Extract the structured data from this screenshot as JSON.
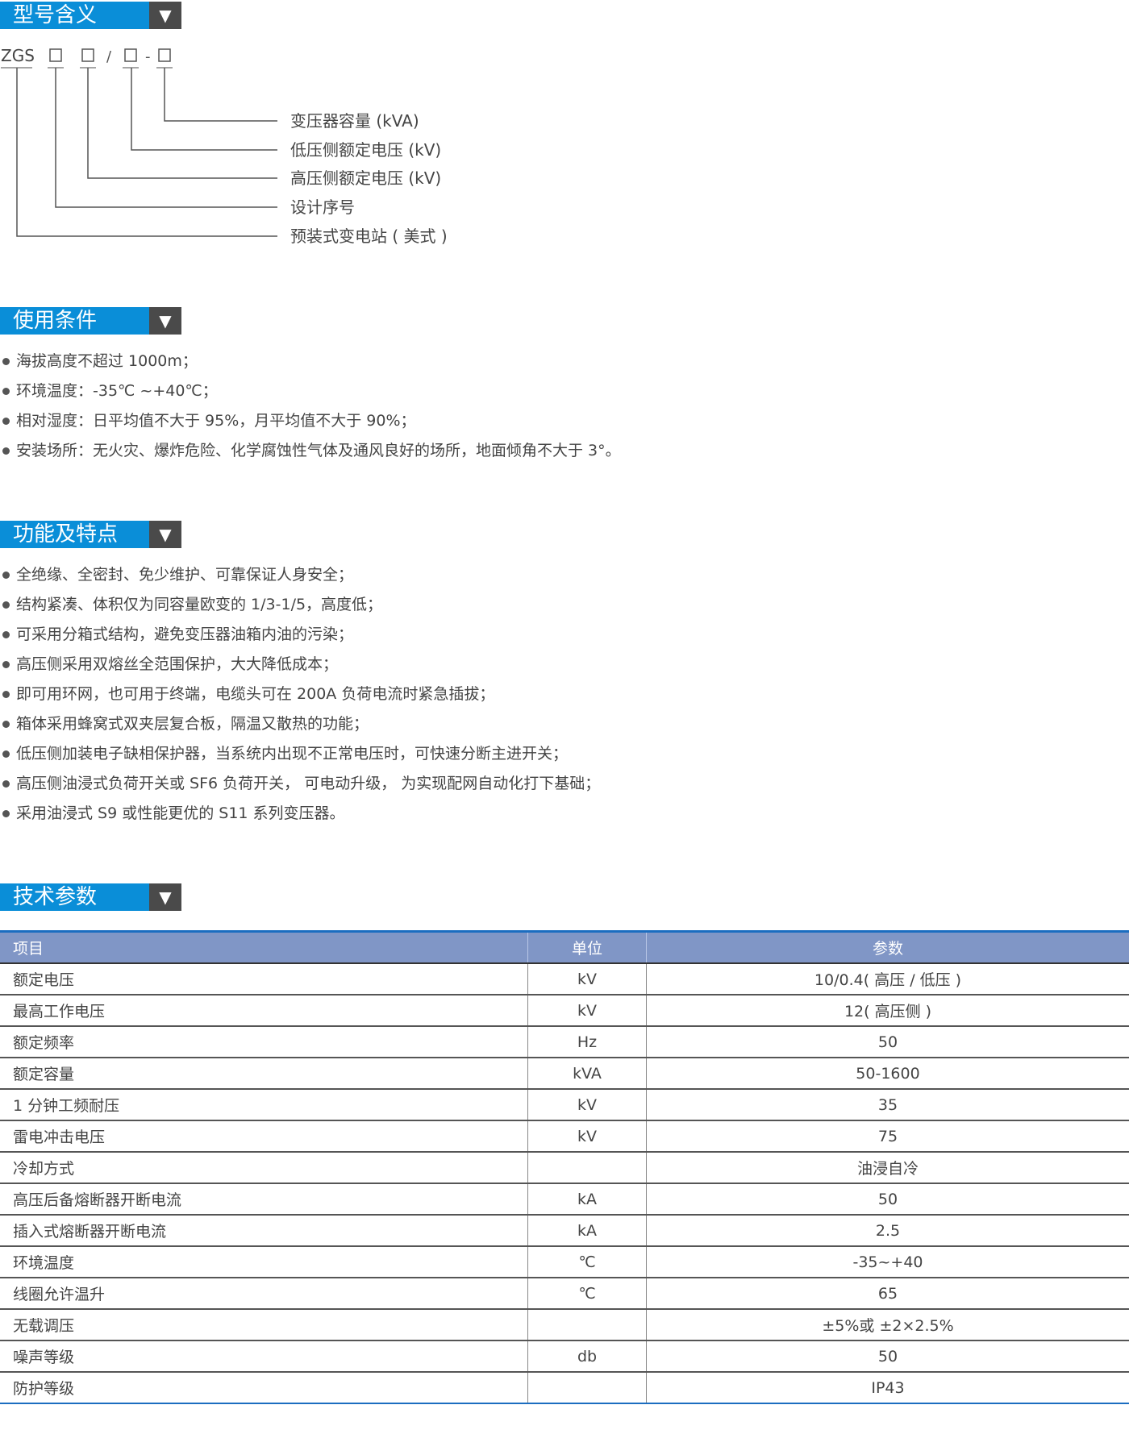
{
  "sections": [
    {
      "title": "型号含义",
      "dropdown_icon": "triangle-down-icon"
    },
    {
      "title": "使用条件",
      "dropdown_icon": "triangle-down-icon"
    },
    {
      "title": "功能及特点",
      "dropdown_icon": "triangle-down-icon"
    },
    {
      "title": "技术参数",
      "dropdown_icon": "triangle-down-icon"
    }
  ],
  "model": {
    "prefix": "ZGS",
    "separators": [
      "/",
      "-"
    ],
    "labels": [
      "变压器容量 (kVA)",
      "低压侧额定电压 (kV)",
      "高压侧额定电压 (kV)",
      "设计序号",
      "预装式变电站 ( 美式 )"
    ]
  },
  "conditions": [
    "海拔高度不超过 1000m；",
    "环境温度：-35℃ ~+40℃；",
    "相对湿度：日平均值不大于 95%，月平均值不大于 90%；",
    "安装场所：无火灾、爆炸危险、化学腐蚀性气体及通风良好的场所，地面倾角不大于 3°。"
  ],
  "features": [
    "全绝缘、全密封、免少维护、可靠保证人身安全；",
    "结构紧凑、体积仅为同容量欧变的 1/3-1/5，高度低；",
    "可采用分箱式结构，避免变压器油箱内油的污染；",
    "高压侧采用双熔丝全范围保护，大大降低成本；",
    "即可用环网，也可用于终端，电缆头可在 200A 负荷电流时紧急插拔；",
    "箱体采用蜂窝式双夹层复合板，隔温又散热的功能；",
    "低压侧加装电子缺相保护器，当系统内出现不正常电压时，可快速分断主进开关；",
    "高压侧油浸式负荷开关或 SF6 负荷开关， 可电动升级， 为实现配网自动化打下基础；",
    "采用油浸式 S9 或性能更优的 S11 系列变压器。"
  ],
  "specs": {
    "headers": [
      "项目",
      "单位",
      "参数"
    ],
    "rows": [
      [
        "额定电压",
        "kV",
        "10/0.4( 高压 / 低压 )"
      ],
      [
        "最高工作电压",
        "kV",
        "12( 高压侧 )"
      ],
      [
        "额定频率",
        "Hz",
        "50"
      ],
      [
        "额定容量",
        "kVA",
        "50-1600"
      ],
      [
        "1 分钟工频耐压",
        "kV",
        "35"
      ],
      [
        "雷电冲击电压",
        "kV",
        "75"
      ],
      [
        "冷却方式",
        "",
        "油浸自冷"
      ],
      [
        "高压后备熔断器开断电流",
        "kA",
        "50"
      ],
      [
        "插入式熔断器开断电流",
        "kA",
        "2.5"
      ],
      [
        "环境温度",
        "℃",
        "-35~+40"
      ],
      [
        "线圈允许温升",
        "℃",
        "65"
      ],
      [
        "无载调压",
        "",
        "±5%或 ±2×2.5%"
      ],
      [
        "噪声等级",
        "db",
        "50"
      ],
      [
        "防护等级",
        "",
        "IP43"
      ]
    ]
  }
}
